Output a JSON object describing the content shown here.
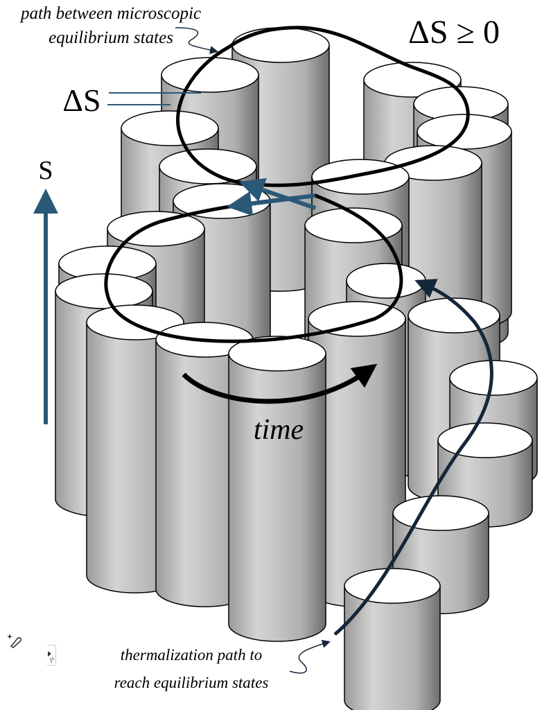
{
  "labels": {
    "path_label_line1": "path between microscopic",
    "path_label_line2": "equilibrium states",
    "delta_s_inequality": "ΔS ≥ 0",
    "delta_s": "ΔS",
    "entropy_axis": "S",
    "time": "time",
    "thermalization_line1": "thermalization path to",
    "thermalization_line2": "reach equilibrium states"
  },
  "colors": {
    "accent_blue": "#2a5877",
    "navy": "#14263a",
    "loop": "#000000"
  },
  "icons": [
    "sparkle-pen-icon",
    "cursor-tab-icon"
  ]
}
